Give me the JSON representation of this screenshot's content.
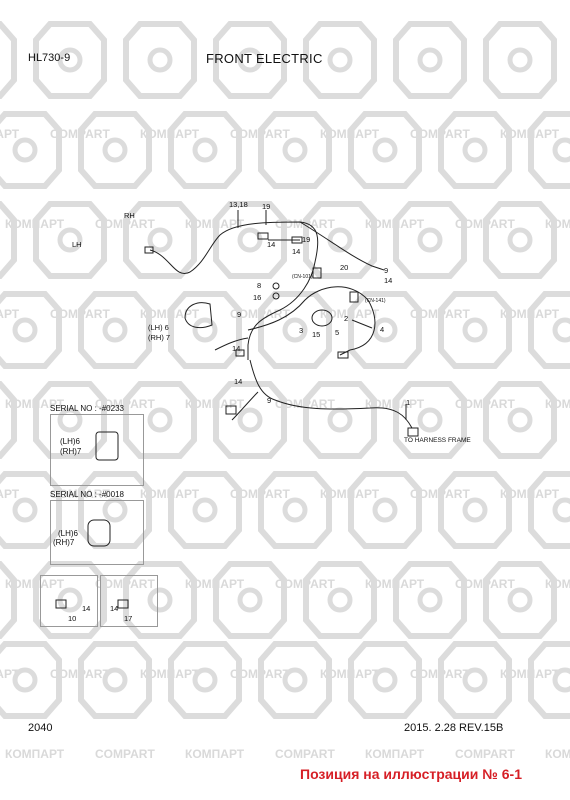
{
  "header": {
    "model": "HL730-9",
    "title": "FRONT ELECTRIC"
  },
  "watermark": {
    "text_a": "КОМПАРТ",
    "text_b": "COMPART",
    "color": "#d9d9d9"
  },
  "serials": [
    {
      "label": "SERIAL NO : -#0233",
      "lh": "(LH)6",
      "rh": "(RH)7"
    },
    {
      "label": "SERIAL NO : -#0018",
      "lh": "(LH)6",
      "rh": "(RH)7"
    }
  ],
  "callouts": {
    "c1318": "13,18",
    "c19a": "19",
    "rh": "RH",
    "lh": "LH",
    "c14a": "14",
    "c14b": "14",
    "c19b": "19",
    "c20": "20",
    "c9a": "9",
    "c14c": "14",
    "cn101": "(CN-101)",
    "cn141": "(CN-141)",
    "c8": "8",
    "c16": "16",
    "c2": "2",
    "c3": "3",
    "c4": "4",
    "c5": "5",
    "c15": "15",
    "lh6": "(LH) 6",
    "rh7": "(RH) 7",
    "c9b": "9",
    "c14d": "14",
    "c14e": "14",
    "c9c": "9",
    "c1": "1",
    "harness": "TO HARNESS FRAME",
    "k14a": "14",
    "k10": "10",
    "k14b": "14",
    "k17": "17"
  },
  "footer": {
    "page": "2040",
    "revision": "2015. 2.28  REV.15B",
    "position": "Позиция на иллюстрации № 6-1"
  },
  "colors": {
    "footer_text": "#d61f26",
    "line": "#222222"
  }
}
